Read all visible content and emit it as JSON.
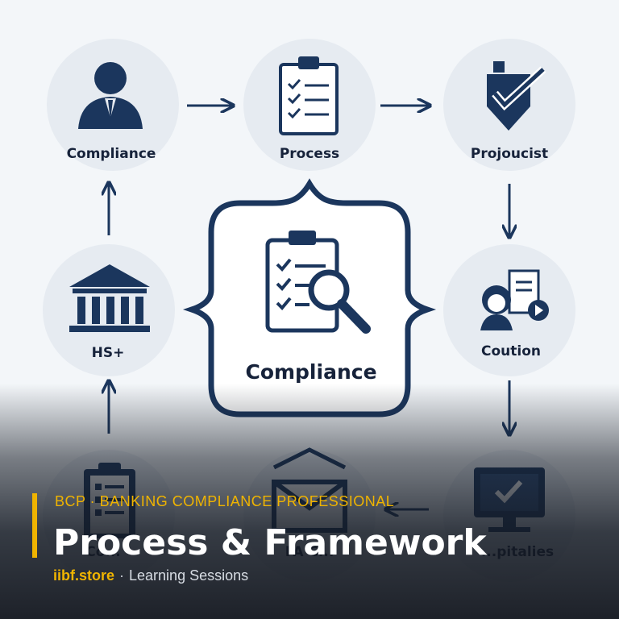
{
  "diagram": {
    "nodes": [
      {
        "id": "compliance-top",
        "label": "Compliance",
        "icon": "person-icon"
      },
      {
        "id": "process",
        "label": "Process",
        "icon": "clipboard-checklist-icon"
      },
      {
        "id": "projoucist",
        "label": "Projoucist",
        "icon": "shield-check-icon"
      },
      {
        "id": "coution",
        "label": "Coution",
        "icon": "presenter-video-icon"
      },
      {
        "id": "hs",
        "label": "HS+",
        "icon": "bank-building-icon"
      },
      {
        "id": "center",
        "label": "Compliance",
        "icon": "clipboard-magnifier-icon"
      },
      {
        "id": "bottom-left",
        "label": "Co...",
        "icon": "clipboard-list-icon"
      },
      {
        "id": "bottom-center",
        "label": "FA C...",
        "icon": "envelope-icon"
      },
      {
        "id": "bottom-right",
        "label": "...pitalies",
        "icon": "monitor-check-icon"
      }
    ],
    "colors": {
      "navy": "#1b365d",
      "circle": "#e6ebf1",
      "background": "#f3f6f9"
    }
  },
  "caption": {
    "kicker": "BCP · BANKING COMPLIANCE PROFESSIONAL",
    "headline": "Process & Framework",
    "site": "iibf.store",
    "separator": "·",
    "section": "Learning Sessions",
    "accent_color": "#f0b400"
  }
}
